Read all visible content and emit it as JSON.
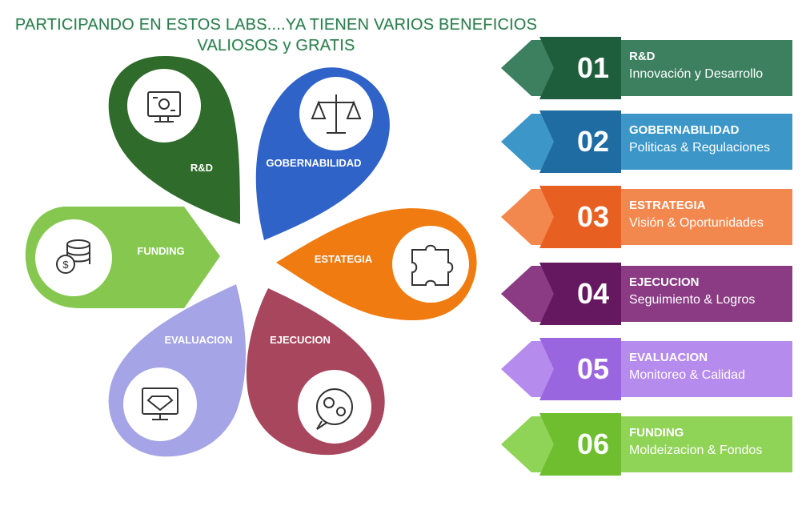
{
  "title": {
    "line1": "PARTICIPANDO EN ESTOS LABS....YA TIENEN VARIOS BENEFICIOS",
    "line2": "VALIOSOS y GRATIS"
  },
  "petals": [
    {
      "label": "R&D",
      "color": "#2f6b2a",
      "icon": "computer-chip-icon"
    },
    {
      "label": "GOBERNABILIDAD",
      "color": "#2f63c8",
      "icon": "scales-icon"
    },
    {
      "label": "ESTATEGIA",
      "color": "#ef7b11",
      "icon": "puzzle-icon"
    },
    {
      "label": "EJECUCION",
      "color": "#a8465e",
      "icon": "gears-icon"
    },
    {
      "label": "EVALUACION",
      "color": "#a5a4e6",
      "icon": "diamond-monitor-icon"
    },
    {
      "label": "FUNDING",
      "color": "#86c84f",
      "icon": "coins-icon"
    }
  ],
  "list": [
    {
      "num": "01",
      "title": "R&D",
      "subtitle": "Innovación y Desarrollo",
      "color": "#3d8060",
      "dark": "#1f5e3d"
    },
    {
      "num": "02",
      "title": "GOBERNABILIDAD",
      "subtitle": "Politicas & Regulaciones",
      "color": "#3c97c8",
      "dark": "#1f6ca3"
    },
    {
      "num": "03",
      "title": "ESTRATEGIA",
      "subtitle": "Visión & Oportunidades",
      "color": "#f3884f",
      "dark": "#e85f22"
    },
    {
      "num": "04",
      "title": "EJECUCION",
      "subtitle": "Seguimiento & Logros",
      "color": "#8a3b84",
      "dark": "#651760"
    },
    {
      "num": "05",
      "title": "EVALUACION",
      "subtitle": "Monitoreo & Calidad",
      "color": "#b68bee",
      "dark": "#9a66df"
    },
    {
      "num": "06",
      "title": "FUNDING",
      "subtitle": "Moldeizacion & Fondos",
      "color": "#8fd357",
      "dark": "#6ebe2f"
    }
  ]
}
